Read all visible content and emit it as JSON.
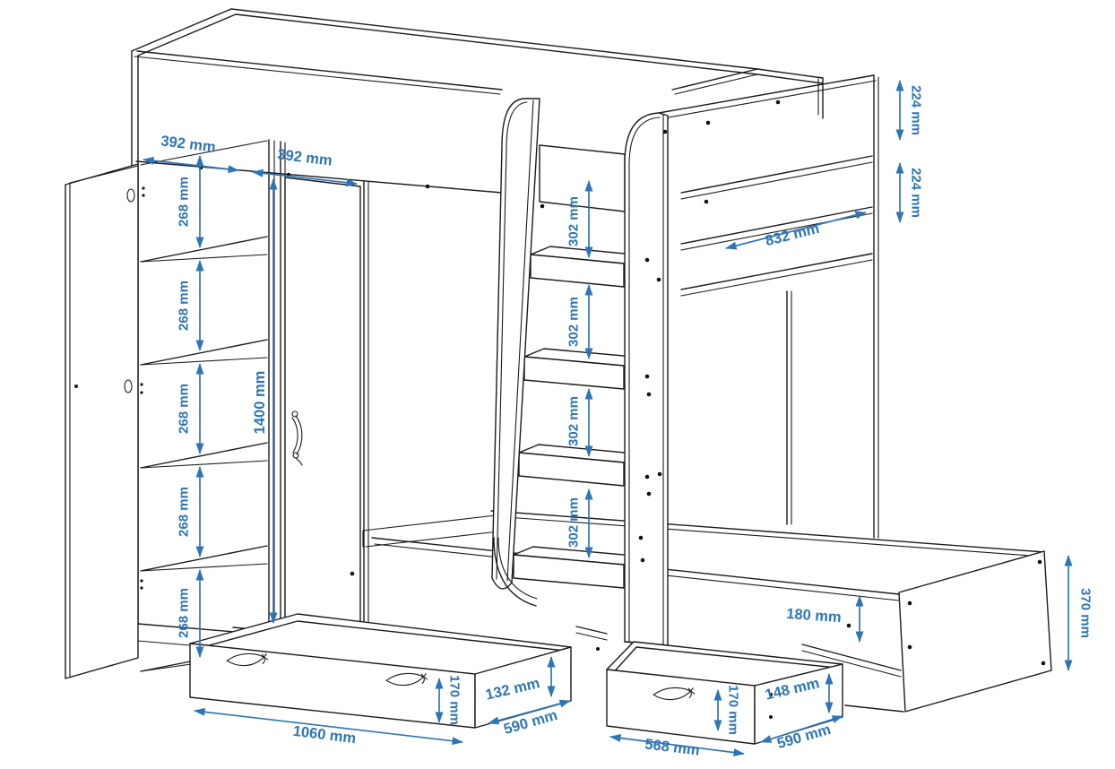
{
  "diagram": {
    "type": "furniture-assembly-dimension-drawing",
    "subject": "loft bed with wardrobe, ladder, headboard shelves and two pull-out drawers",
    "units": "mm",
    "colors": {
      "dimension": "#2e75b6",
      "line": "#1b1b1b",
      "background": "#ffffff"
    },
    "dimensions": {
      "wardrobe_top_width_left": "392 mm",
      "wardrobe_top_width_right": "392 mm",
      "wardrobe_shelf_gaps": [
        "268 mm",
        "268 mm",
        "268 mm",
        "268 mm",
        "268 mm"
      ],
      "wardrobe_door_height": "1400 mm",
      "ladder_step_gaps": [
        "302 mm",
        "302 mm",
        "302 mm",
        "302 mm"
      ],
      "headboard_shelf_gaps": [
        "224 mm",
        "224 mm"
      ],
      "headboard_shelf_width": "832 mm",
      "bed_base_height": "370 mm",
      "bed_base_front_clearance": "180 mm",
      "drawer_left": {
        "front_width": "1060 mm",
        "depth": "590 mm",
        "front_height": "170 mm",
        "side_height": "132 mm"
      },
      "drawer_right": {
        "front_width": "568 mm",
        "depth": "590 mm",
        "front_height": "170 mm",
        "side_height": "148 mm"
      }
    }
  }
}
